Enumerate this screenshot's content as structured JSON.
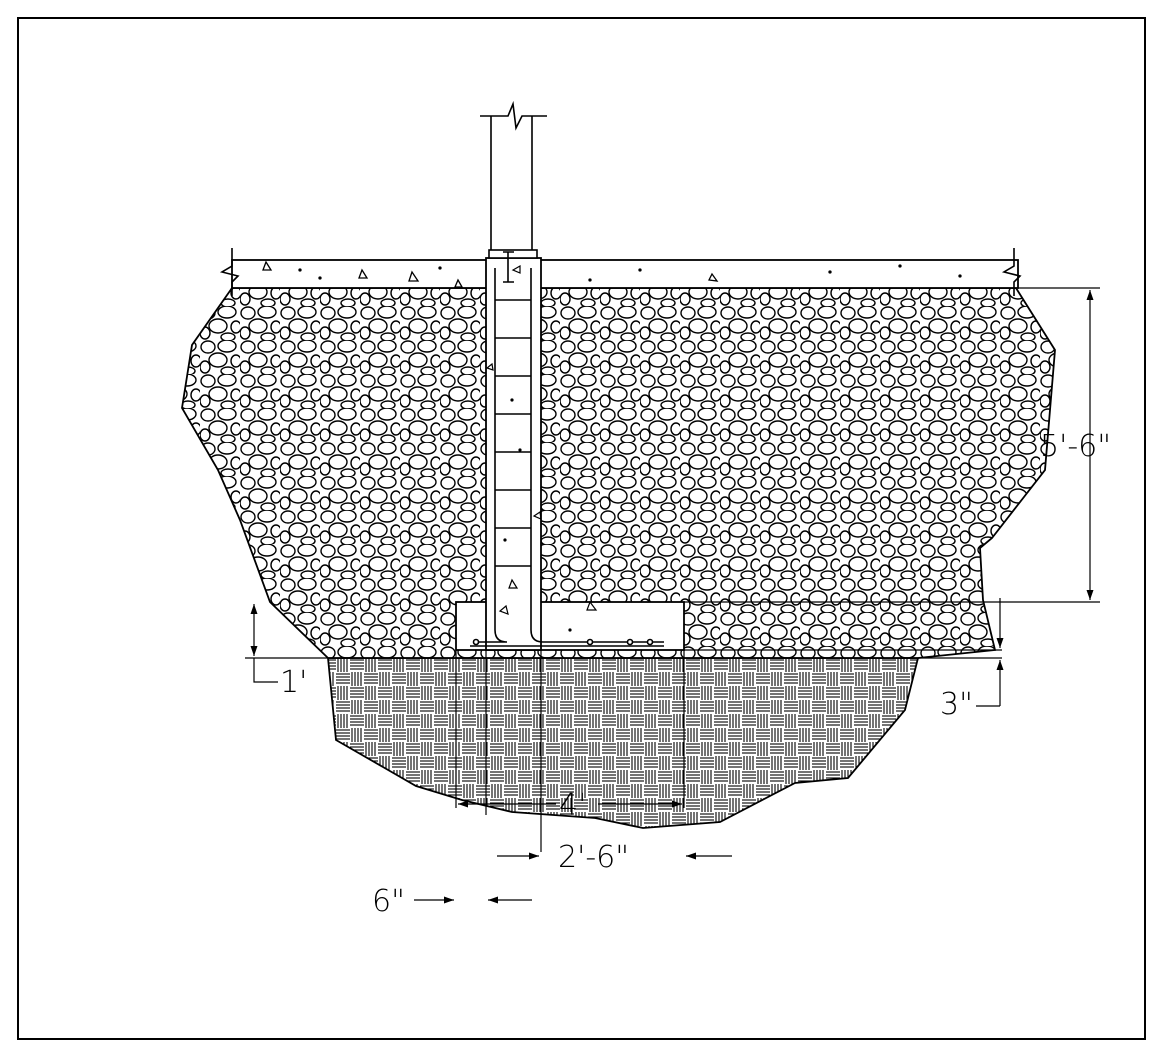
{
  "drawing": {
    "title": "",
    "frame_color": "#000000",
    "background": "#ffffff"
  },
  "dimensions": {
    "depth_total": "5'-6\"",
    "footing_thickness": "1'",
    "cover_bottom": "3\"",
    "wall_offset": "6\"",
    "column_width": "2'-6\"",
    "footing_width": "4'"
  },
  "materials": {
    "slab": "concrete-slab-hatch",
    "backfill": "gravel-stone-hatch",
    "subgrade": "compacted-soil-basket-hatch",
    "footing": "concrete-footing",
    "reinforcement": "rebar-ties"
  }
}
